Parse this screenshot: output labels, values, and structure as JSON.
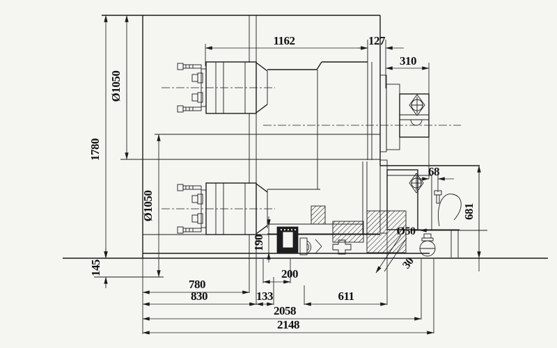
{
  "drawing": {
    "type": "technical-engineering-drawing",
    "view": "machine side elevation with section details",
    "colors": {
      "background": "#f5f5f2",
      "line": "#1b1b1b"
    },
    "dims": {
      "horizontal": {
        "d1162": "1162",
        "d127": "127",
        "d310": "310",
        "d68": "68",
        "d200": "200",
        "d780": "780",
        "d830": "830",
        "d133": "133",
        "d611": "611",
        "d2058": "2058",
        "d2148": "2148"
      },
      "vertical": {
        "d1780": "1780",
        "dia1050_upper": "Ø1050",
        "dia1050_lower": "Ø1050",
        "d145": "145",
        "d190": "190",
        "d681": "681"
      },
      "callouts": {
        "dia50": "Ø50",
        "d30": "30"
      }
    },
    "icons": {
      "upper_handwheel": "handwheel-cross-icon",
      "lower_handwheel": "handwheel-cross-icon"
    }
  }
}
